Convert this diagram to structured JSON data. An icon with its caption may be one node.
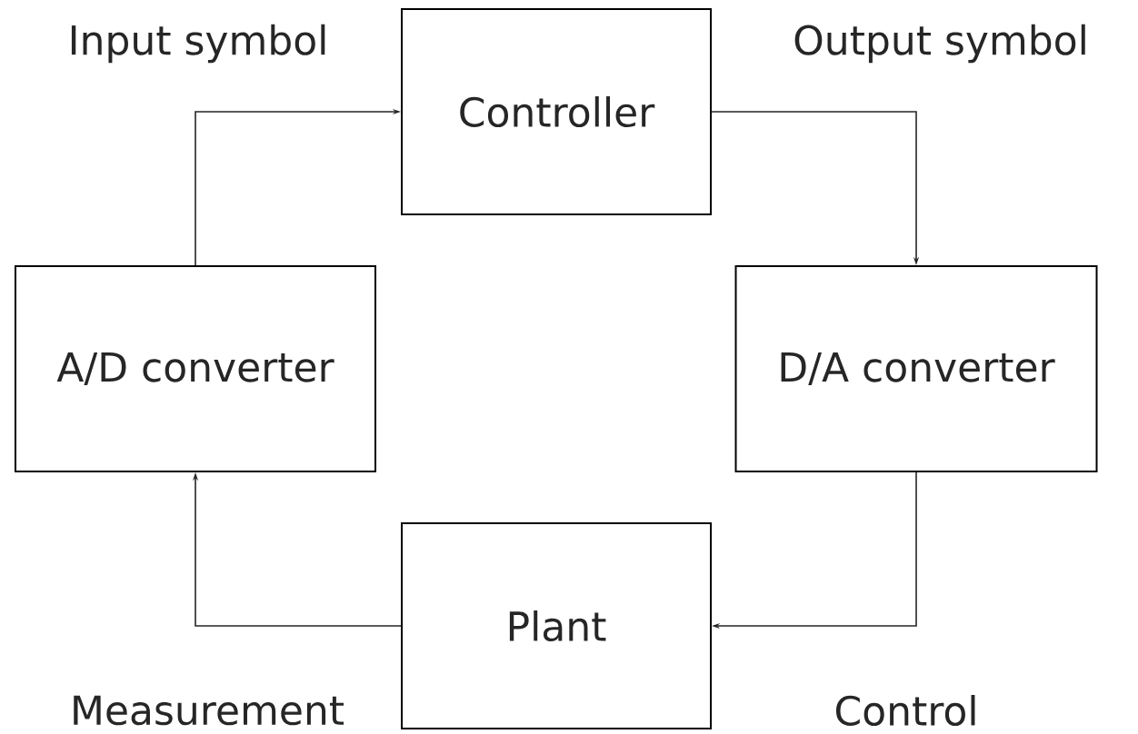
{
  "diagram": {
    "nodes": [
      {
        "text": [
          "Controller"
        ]
      },
      {
        "text": [
          "A/D converter"
        ]
      },
      {
        "text": [
          "D/A converter"
        ]
      },
      {
        "text": [
          "Plant"
        ]
      }
    ],
    "edges": [
      {
        "from": 1,
        "to": 0,
        "arrow": "to"
      },
      {
        "from": 0,
        "to": 2,
        "arrow": "to"
      },
      {
        "from": 2,
        "to": 3,
        "arrow": "to"
      },
      {
        "from": 3,
        "to": 1,
        "arrow": "to"
      }
    ],
    "labels": [
      "Input symbol",
      "Output symbol",
      "Measurement",
      "Control"
    ]
  }
}
